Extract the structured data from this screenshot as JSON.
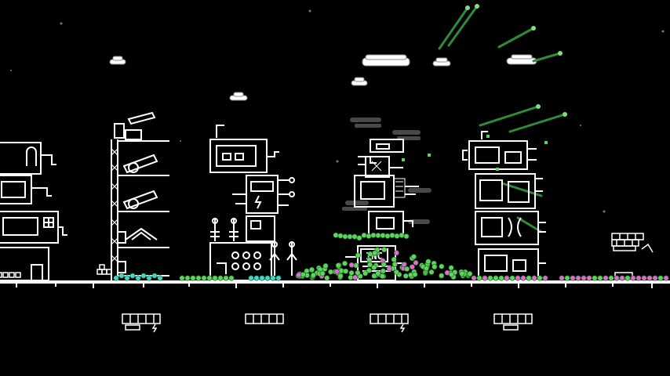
{
  "game": {
    "sign_text": "INC",
    "colors": {
      "background": "#000000",
      "line": "#ffffff",
      "green": "#5fd35f",
      "cyan": "#3fd6d6",
      "pink": "#e06ad0",
      "smoke": "#8a8a8a"
    },
    "buildings": [
      {
        "name": "office-tower-left",
        "partially_visible": true
      },
      {
        "name": "cannon-tower"
      },
      {
        "name": "generator-tower"
      },
      {
        "name": "inc-factory-tower"
      },
      {
        "name": "pipe-tower"
      },
      {
        "name": "brick-rubble"
      }
    ],
    "status_panels": [
      {
        "name": "status-panel-1",
        "icon": "lightning-icon"
      },
      {
        "name": "status-panel-2"
      },
      {
        "name": "status-panel-3",
        "icon": "lightning-icon"
      },
      {
        "name": "status-panel-4"
      }
    ]
  }
}
